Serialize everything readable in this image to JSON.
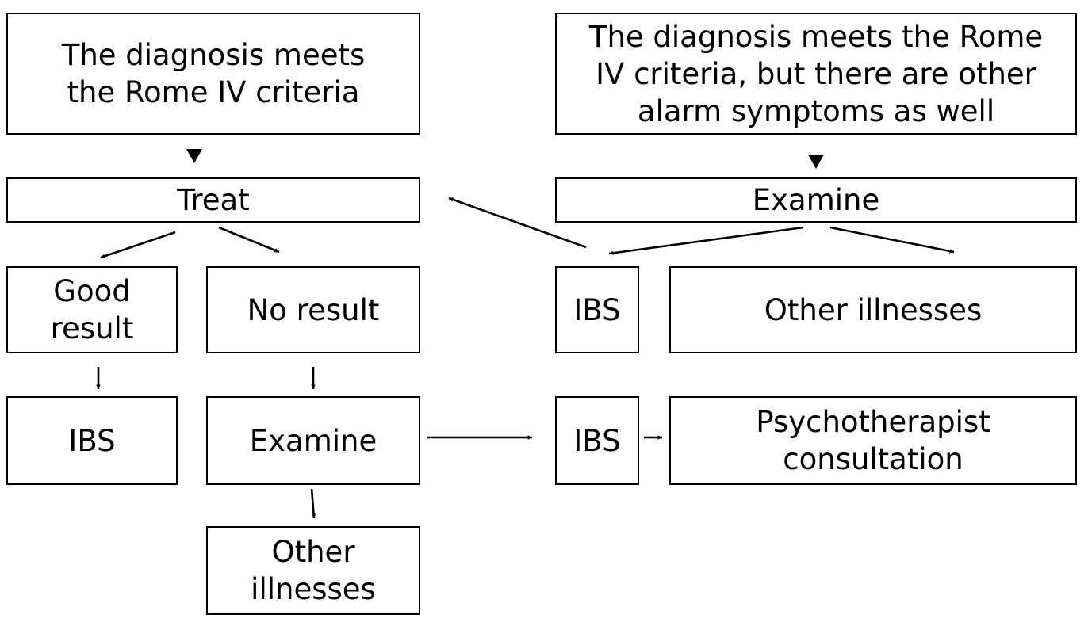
{
  "diagram": {
    "nodes": {
      "rome_criteria": "The diagnosis meets\nthe Rome IV criteria",
      "rome_alarm": "The diagnosis meets the Rome\nIV criteria, but there are other\nalarm symptoms as well",
      "treat": "Treat",
      "examine_right": "Examine",
      "good_result": "Good\nresult",
      "no_result": "No result",
      "ibs_right_top": "IBS",
      "other_illnesses_right": "Other illnesses",
      "ibs_left": "IBS",
      "examine_left": "Examine",
      "ibs_right_bottom": "IBS",
      "psychotherapist": "Psychotherapist\nconsultation",
      "other_illnesses_bottom": "Other\nillnesses"
    }
  }
}
